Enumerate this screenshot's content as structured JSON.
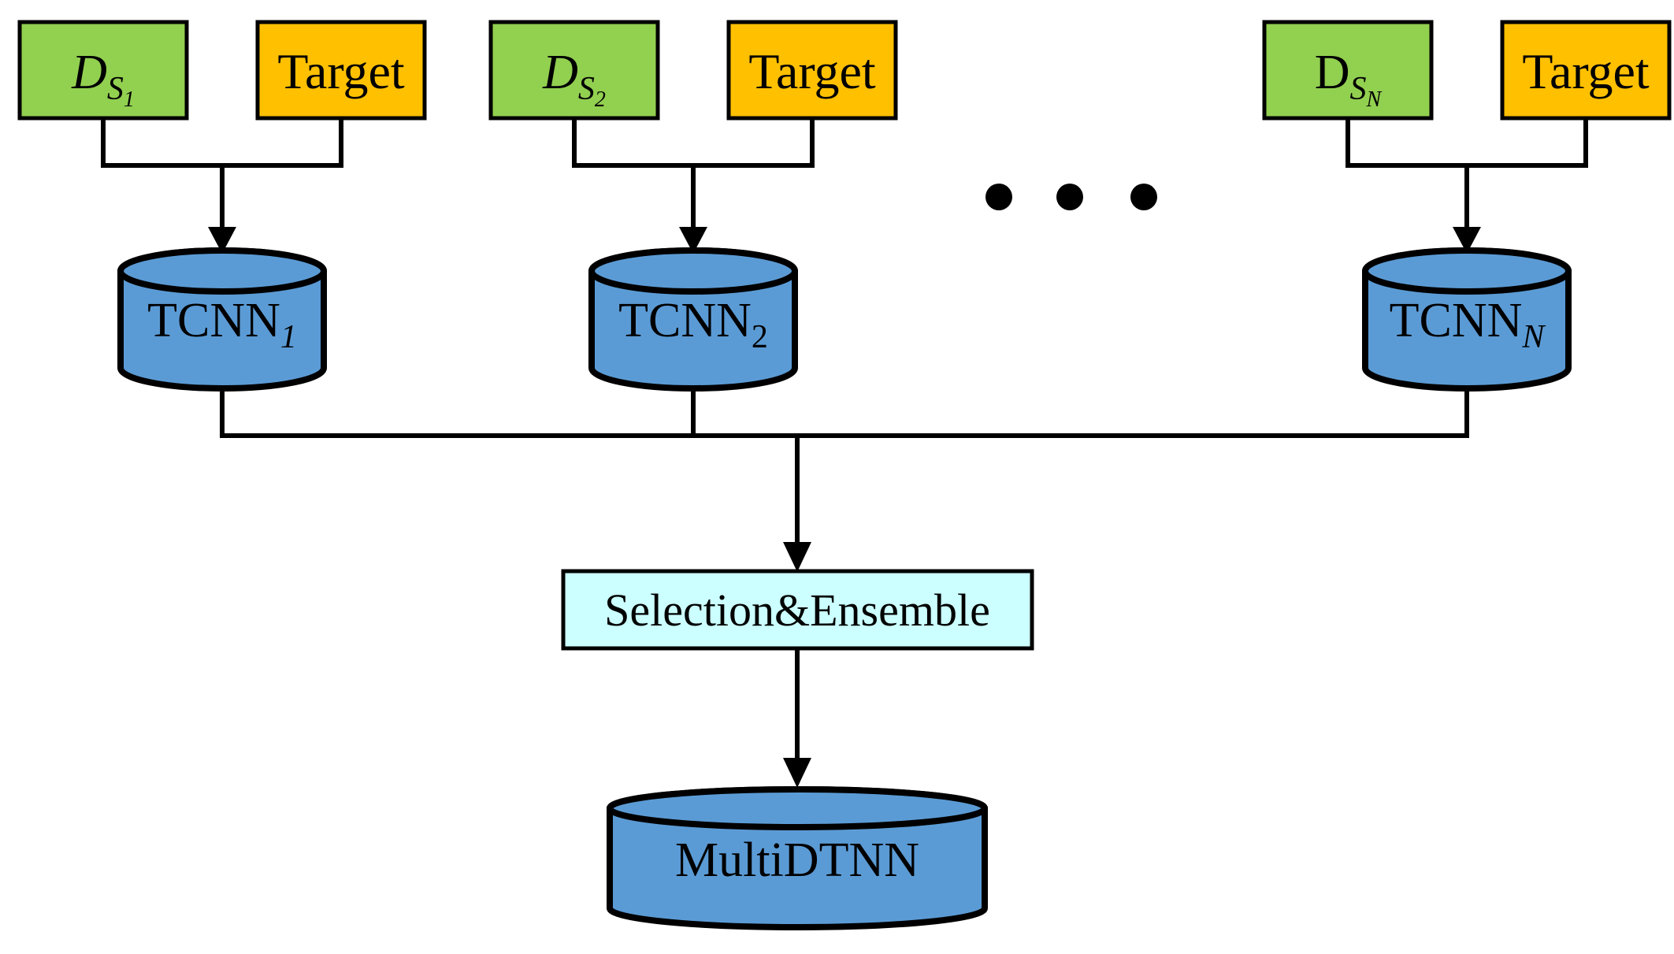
{
  "figure": {
    "background": "#ffffff",
    "colors": {
      "source_fill": "#92D050",
      "target_fill": "#FFC000",
      "model_fill": "#5B9BD5",
      "ensemble_fill": "#CCFFFF",
      "stroke": "#000000"
    },
    "groups": [
      {
        "source": {
          "base": "D",
          "sub": "S",
          "index": "1"
        },
        "target": "Target",
        "model": {
          "base": "TCNN",
          "index": "1"
        }
      },
      {
        "source": {
          "base": "D",
          "sub": "S",
          "index": "2"
        },
        "target": "Target",
        "model": {
          "base": "TCNN",
          "index": "2"
        }
      },
      {
        "source": {
          "base": "D",
          "sub": "S",
          "index": "N"
        },
        "target": "Target",
        "model": {
          "base": "TCNN",
          "index": "N"
        }
      }
    ],
    "ellipsis_dots": 3,
    "ensemble": {
      "label": "Selection&Ensemble"
    },
    "output": {
      "label": "MultiDTNN"
    }
  }
}
